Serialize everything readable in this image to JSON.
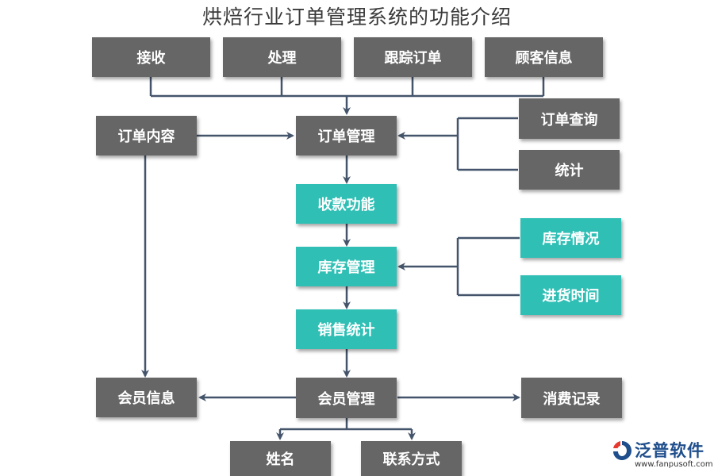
{
  "title": "烘焙行业订单管理系统的功能介绍",
  "top_row": [
    "接收",
    "处理",
    "跟踪订单",
    "顾客信息"
  ],
  "nodes": {
    "order_content": "订单内容",
    "order_management": "订单管理",
    "order_query": "订单查询",
    "statistics": "统计",
    "payment_function": "收款功能",
    "inventory_management": "库存管理",
    "inventory_status": "库存情况",
    "purchase_time": "进货时间",
    "sales_statistics": "销售统计",
    "member_info": "会员信息",
    "member_management": "会员管理",
    "consumption_record": "消费记录",
    "name": "姓名",
    "contact_method": "联系方式"
  },
  "logo": {
    "name": "泛普软件",
    "url": "www.fanpusoft.com"
  },
  "colors": {
    "gray_box": "#666666",
    "teal_box": "#30bfb5",
    "line": "#44546a"
  }
}
